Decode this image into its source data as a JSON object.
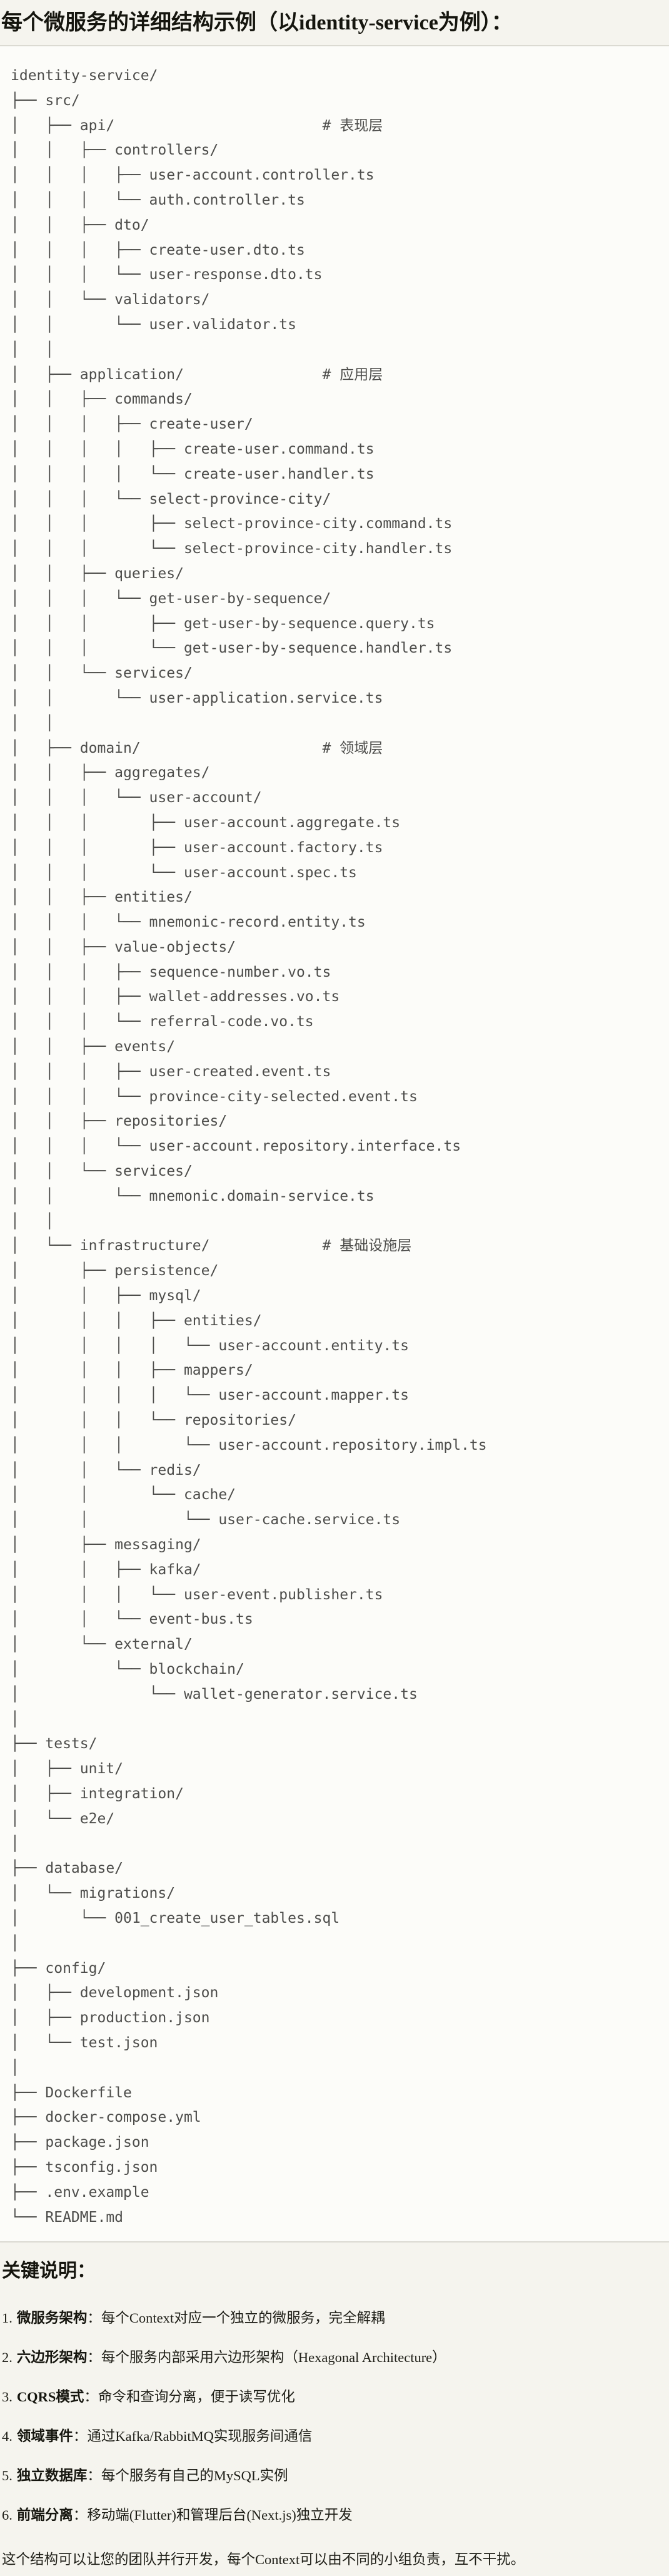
{
  "page": {
    "title": "每个微服务的详细结构示例（以identity-service为例）："
  },
  "code": {
    "language": "plaintext",
    "lines": [
      "identity-service/",
      "├── src/",
      "│   ├── api/                        # 表现层",
      "│   │   ├── controllers/",
      "│   │   │   ├── user-account.controller.ts",
      "│   │   │   └── auth.controller.ts",
      "│   │   ├── dto/",
      "│   │   │   ├── create-user.dto.ts",
      "│   │   │   └── user-response.dto.ts",
      "│   │   └── validators/",
      "│   │       └── user.validator.ts",
      "│   │",
      "│   ├── application/                # 应用层",
      "│   │   ├── commands/",
      "│   │   │   ├── create-user/",
      "│   │   │   │   ├── create-user.command.ts",
      "│   │   │   │   └── create-user.handler.ts",
      "│   │   │   └── select-province-city/",
      "│   │   │       ├── select-province-city.command.ts",
      "│   │   │       └── select-province-city.handler.ts",
      "│   │   ├── queries/",
      "│   │   │   └── get-user-by-sequence/",
      "│   │   │       ├── get-user-by-sequence.query.ts",
      "│   │   │       └── get-user-by-sequence.handler.ts",
      "│   │   └── services/",
      "│   │       └── user-application.service.ts",
      "│   │",
      "│   ├── domain/                     # 领域层",
      "│   │   ├── aggregates/",
      "│   │   │   └── user-account/",
      "│   │   │       ├── user-account.aggregate.ts",
      "│   │   │       ├── user-account.factory.ts",
      "│   │   │       └── user-account.spec.ts",
      "│   │   ├── entities/",
      "│   │   │   └── mnemonic-record.entity.ts",
      "│   │   ├── value-objects/",
      "│   │   │   ├── sequence-number.vo.ts",
      "│   │   │   ├── wallet-addresses.vo.ts",
      "│   │   │   └── referral-code.vo.ts",
      "│   │   ├── events/",
      "│   │   │   ├── user-created.event.ts",
      "│   │   │   └── province-city-selected.event.ts",
      "│   │   ├── repositories/",
      "│   │   │   └── user-account.repository.interface.ts",
      "│   │   └── services/",
      "│   │       └── mnemonic.domain-service.ts",
      "│   │",
      "│   └── infrastructure/             # 基础设施层",
      "│       ├── persistence/",
      "│       │   ├── mysql/",
      "│       │   │   ├── entities/",
      "│       │   │   │   └── user-account.entity.ts",
      "│       │   │   ├── mappers/",
      "│       │   │   │   └── user-account.mapper.ts",
      "│       │   │   └── repositories/",
      "│       │   │       └── user-account.repository.impl.ts",
      "│       │   └── redis/",
      "│       │       └── cache/",
      "│       │           └── user-cache.service.ts",
      "│       ├── messaging/",
      "│       │   ├── kafka/",
      "│       │   │   └── user-event.publisher.ts",
      "│       │   └── event-bus.ts",
      "│       └── external/",
      "│           └── blockchain/",
      "│               └── wallet-generator.service.ts",
      "│",
      "├── tests/",
      "│   ├── unit/",
      "│   ├── integration/",
      "│   └── e2e/",
      "│",
      "├── database/",
      "│   └── migrations/",
      "│       └── 001_create_user_tables.sql",
      "│",
      "├── config/",
      "│   ├── development.json",
      "│   ├── production.json",
      "│   └── test.json",
      "│",
      "├── Dockerfile",
      "├── docker-compose.yml",
      "├── package.json",
      "├── tsconfig.json",
      "├── .env.example",
      "└── README.md"
    ]
  },
  "notes": {
    "heading": "关键说明：",
    "items": [
      {
        "num": "1.",
        "label": "微服务架构",
        "text": "：每个Context对应一个独立的微服务，完全解耦"
      },
      {
        "num": "2.",
        "label": "六边形架构",
        "text": "：每个服务内部采用六边形架构（Hexagonal Architecture）"
      },
      {
        "num": "3.",
        "label": "CQRS模式",
        "text": "：命令和查询分离，便于读写优化"
      },
      {
        "num": "4.",
        "label": "领域事件",
        "text": "：通过Kafka/RabbitMQ实现服务间通信"
      },
      {
        "num": "5.",
        "label": "独立数据库",
        "text": "：每个服务有自己的MySQL实例"
      },
      {
        "num": "6.",
        "label": "前端分离",
        "text": "：移动端(Flutter)和管理后台(Next.js)独立开发"
      }
    ],
    "footer": "这个结构可以让您的团队并行开发，每个Context可以由不同的小组负责，互不干扰。"
  }
}
